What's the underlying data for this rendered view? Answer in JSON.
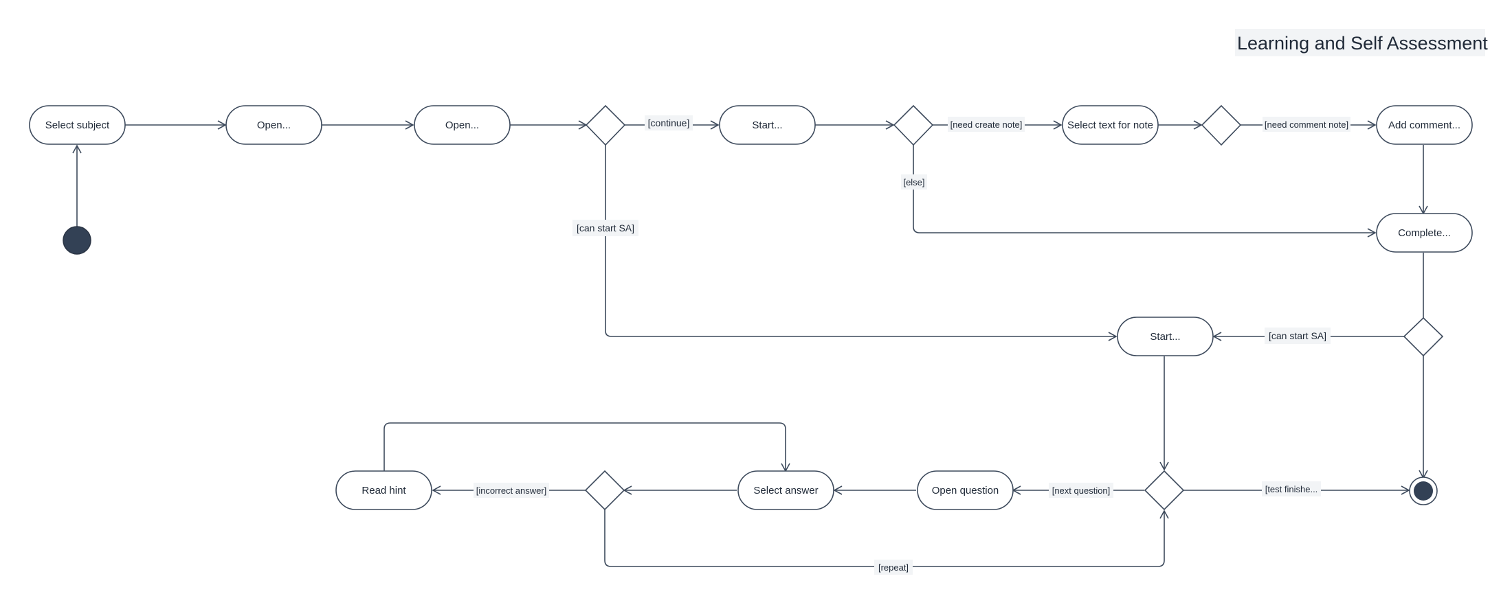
{
  "title": "Learning and Self Assessment",
  "colors": {
    "stroke": "#3d4a5c",
    "fill": "#ffffff",
    "label_bg": "#f2f4f6",
    "initial": "#334155",
    "text": "#1f2937"
  },
  "nodes": {
    "select_subject": "Select subject",
    "open_1": "Open...",
    "open_2": "Open...",
    "start_1": "Start...",
    "select_text": "Select text for note",
    "add_comment": "Add comment...",
    "complete": "Complete...",
    "start_sa": "Start...",
    "open_question": "Open question",
    "select_answer": "Select answer",
    "read_hint": "Read hint"
  },
  "edge_labels": {
    "continue": "[continue]",
    "need_create_note": "[need create note]",
    "need_comment_note": "[need comment note]",
    "else": "[else]",
    "can_start_sa_1": "[can start SA]",
    "can_start_sa_2": "[can start SA]",
    "next_question": "[next question]",
    "test_finished": "[test finishe...",
    "incorrect_answer": "[incorrect answer]",
    "repeat": "[repeat]"
  }
}
